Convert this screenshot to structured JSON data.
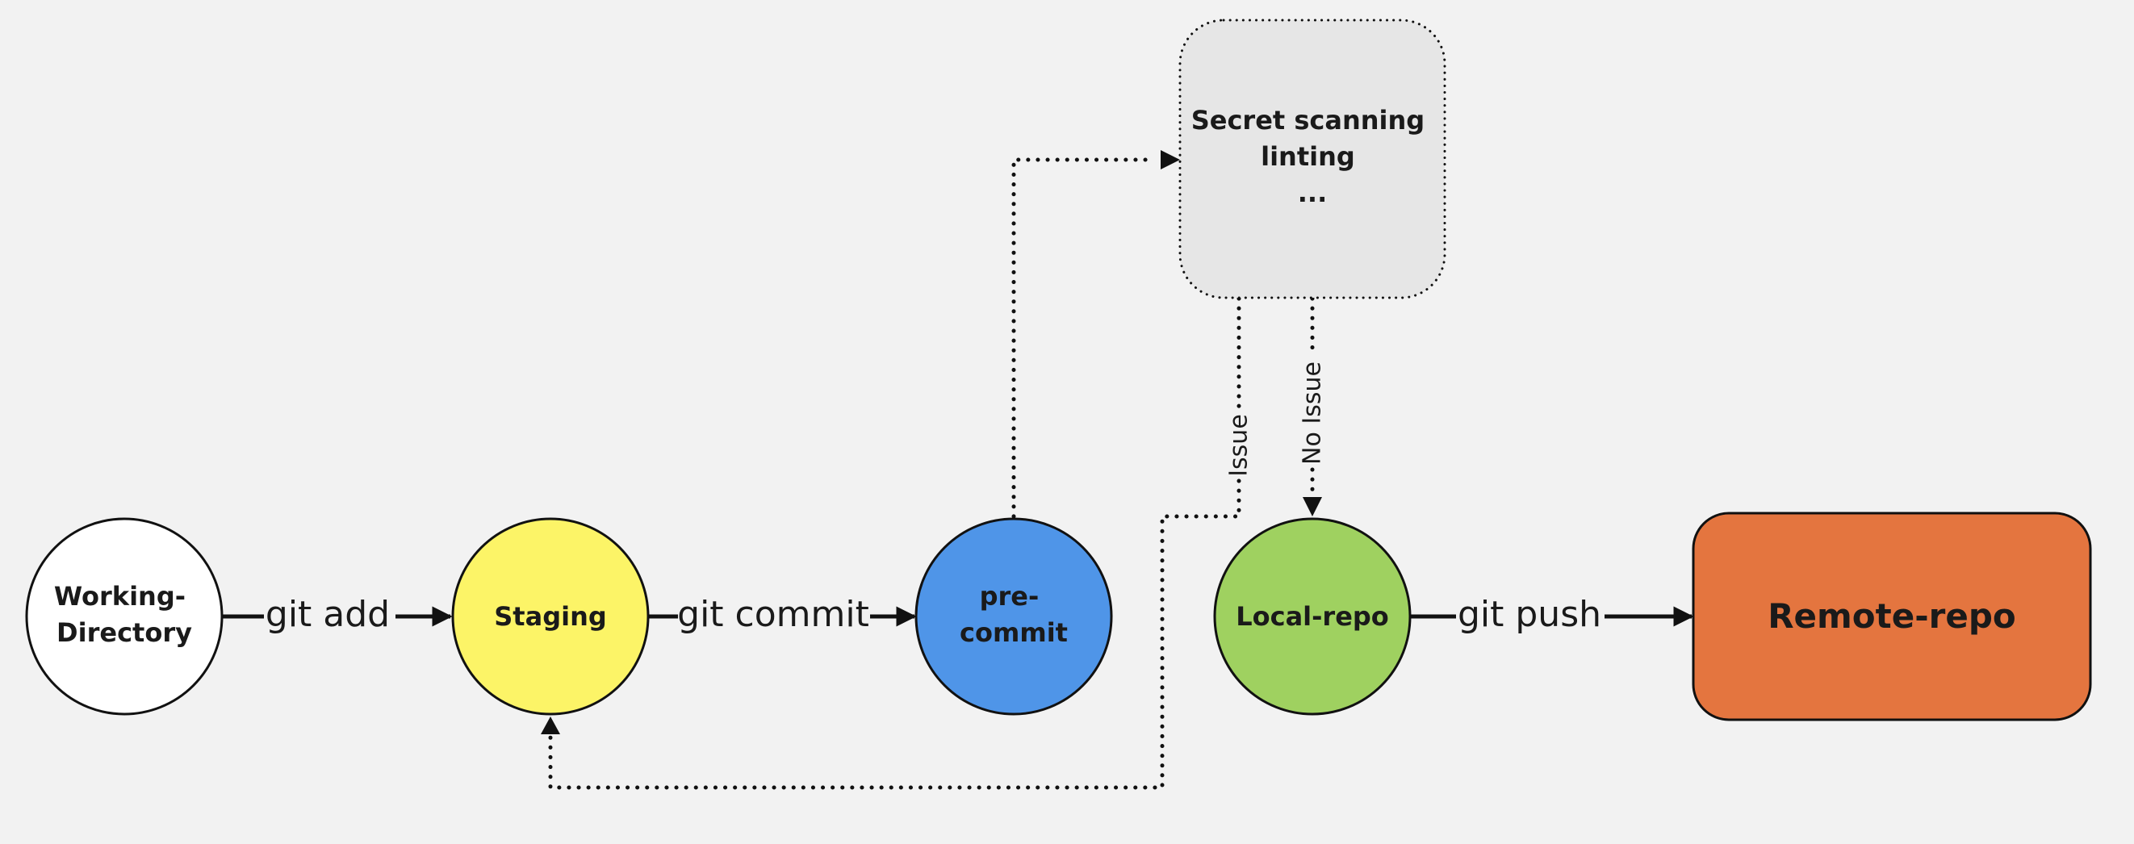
{
  "nodes": {
    "working_directory": {
      "line1": "Working-",
      "line2": "Directory",
      "fill": "#ffffff"
    },
    "staging": {
      "label": "Staging",
      "fill": "#fcf467"
    },
    "pre_commit": {
      "line1": "pre-",
      "line2": "commit",
      "fill": "#4f95e8"
    },
    "local_repo": {
      "label": "Local-repo",
      "fill": "#9fd160"
    },
    "remote_repo": {
      "label": "Remote-repo",
      "fill": "#e4753f"
    },
    "checks": {
      "line1": "Secret scanning",
      "line2": "linting",
      "line3": "...",
      "fill": "#e6e6e6"
    }
  },
  "edges": {
    "git_add": "git add",
    "git_commit": "git commit",
    "git_push": "git push",
    "issue": "Issue",
    "no_issue": "No Issue"
  }
}
